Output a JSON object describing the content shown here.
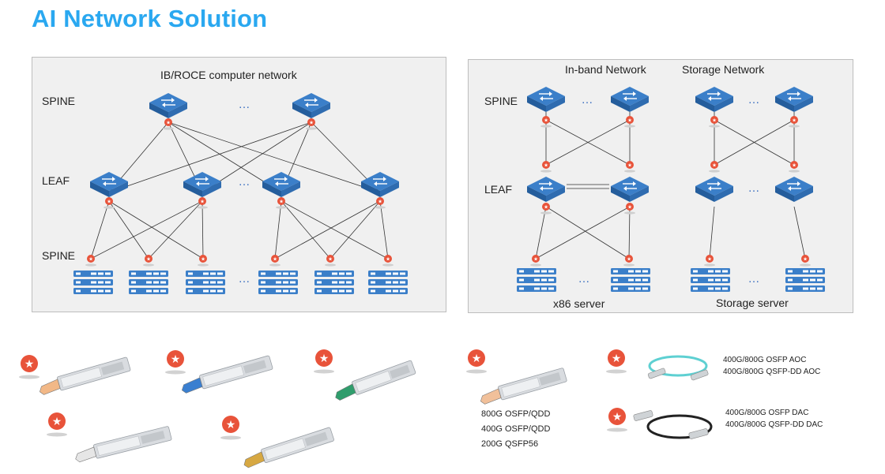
{
  "header": {
    "title": "AI Network Solution"
  },
  "left_panel": {
    "title_label": "IB/ROCE   computer network",
    "tier_labels": [
      "SPINE",
      "LEAF",
      "SPINE"
    ],
    "ellipsis": "…"
  },
  "right_panel": {
    "inband_label": "In-band Network",
    "storage_label": "Storage Network",
    "tier_labels": [
      "SPINE",
      "LEAF"
    ],
    "x86_label": "x86 server",
    "storage_server_label": "Storage server",
    "ellipsis": "…"
  },
  "products": {
    "transceiver_caption": [
      "800G OSFP/QDD",
      "400G OSFP/QDD",
      "200G QSFP56"
    ],
    "aoc_caption": [
      "400G/800G OSFP AOC",
      "400G/800G QSFP-DD AOC"
    ],
    "dac_caption": [
      "400G/800G OSFP DAC",
      "400G/800G QSFP-DD DAC"
    ]
  },
  "colors": {
    "title": "#2aa8f0",
    "switch": "#3b7fc9",
    "switch_dark": "#245d9c",
    "badge": "#e8533a",
    "panel_bg": "#f0f0f0",
    "aoc_cable": "#5ed0d2",
    "dac_cable": "#222222"
  },
  "icons": [
    "switch-icon",
    "server-icon",
    "star-badge-icon",
    "transceiver-module-icon",
    "aoc-cable-icon",
    "dac-cable-icon"
  ]
}
